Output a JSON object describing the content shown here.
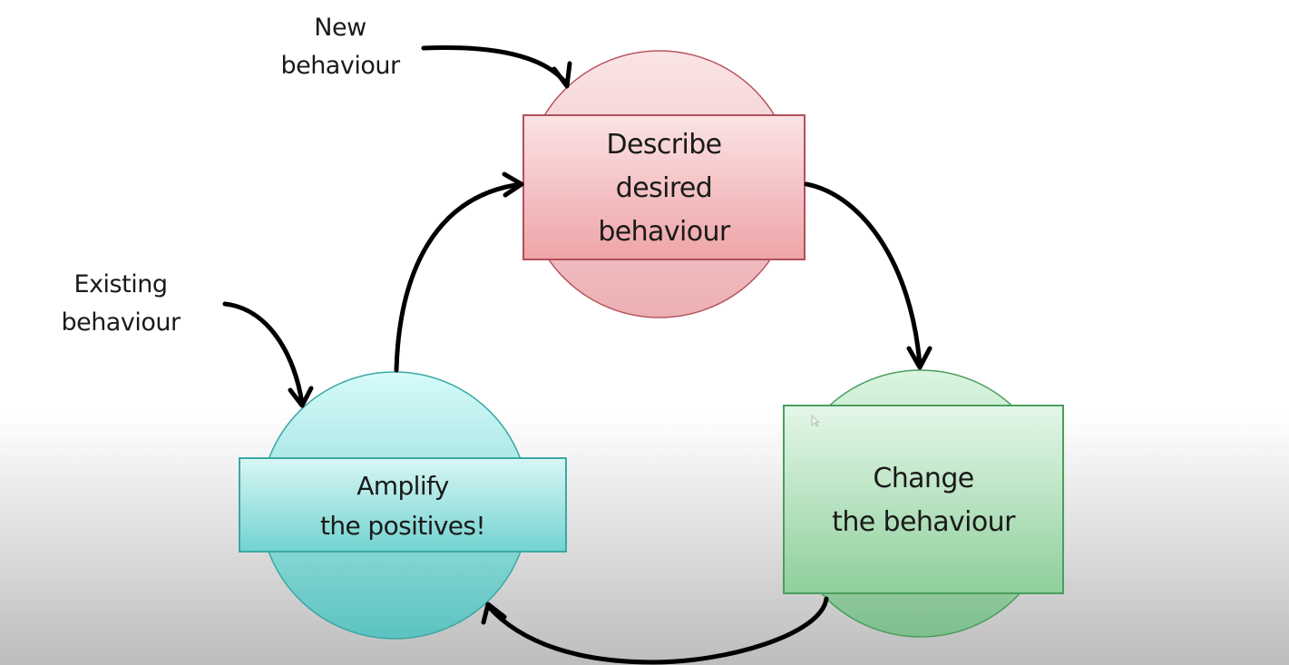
{
  "diagram": {
    "nodes": [
      {
        "id": "describe",
        "lines": [
          "Describe",
          "desired",
          "behaviour"
        ],
        "color": "#f2a9ad",
        "stroke": "#b85560"
      },
      {
        "id": "change",
        "lines": [
          "Change",
          "the behaviour"
        ],
        "color": "#9fd9a8",
        "stroke": "#4a9e5e"
      },
      {
        "id": "amplify",
        "lines": [
          "Amplify",
          "the positives!"
        ],
        "color": "#7dd9d6",
        "stroke": "#3aa8a4"
      }
    ],
    "inputs": [
      {
        "id": "new",
        "lines": [
          "New",
          "behaviour"
        ],
        "target": "describe"
      },
      {
        "id": "existing",
        "lines": [
          "Existing",
          "behaviour"
        ],
        "target": "amplify"
      }
    ],
    "edges": [
      {
        "from": "describe",
        "to": "change"
      },
      {
        "from": "change",
        "to": "amplify"
      },
      {
        "from": "amplify",
        "to": "describe"
      }
    ]
  }
}
